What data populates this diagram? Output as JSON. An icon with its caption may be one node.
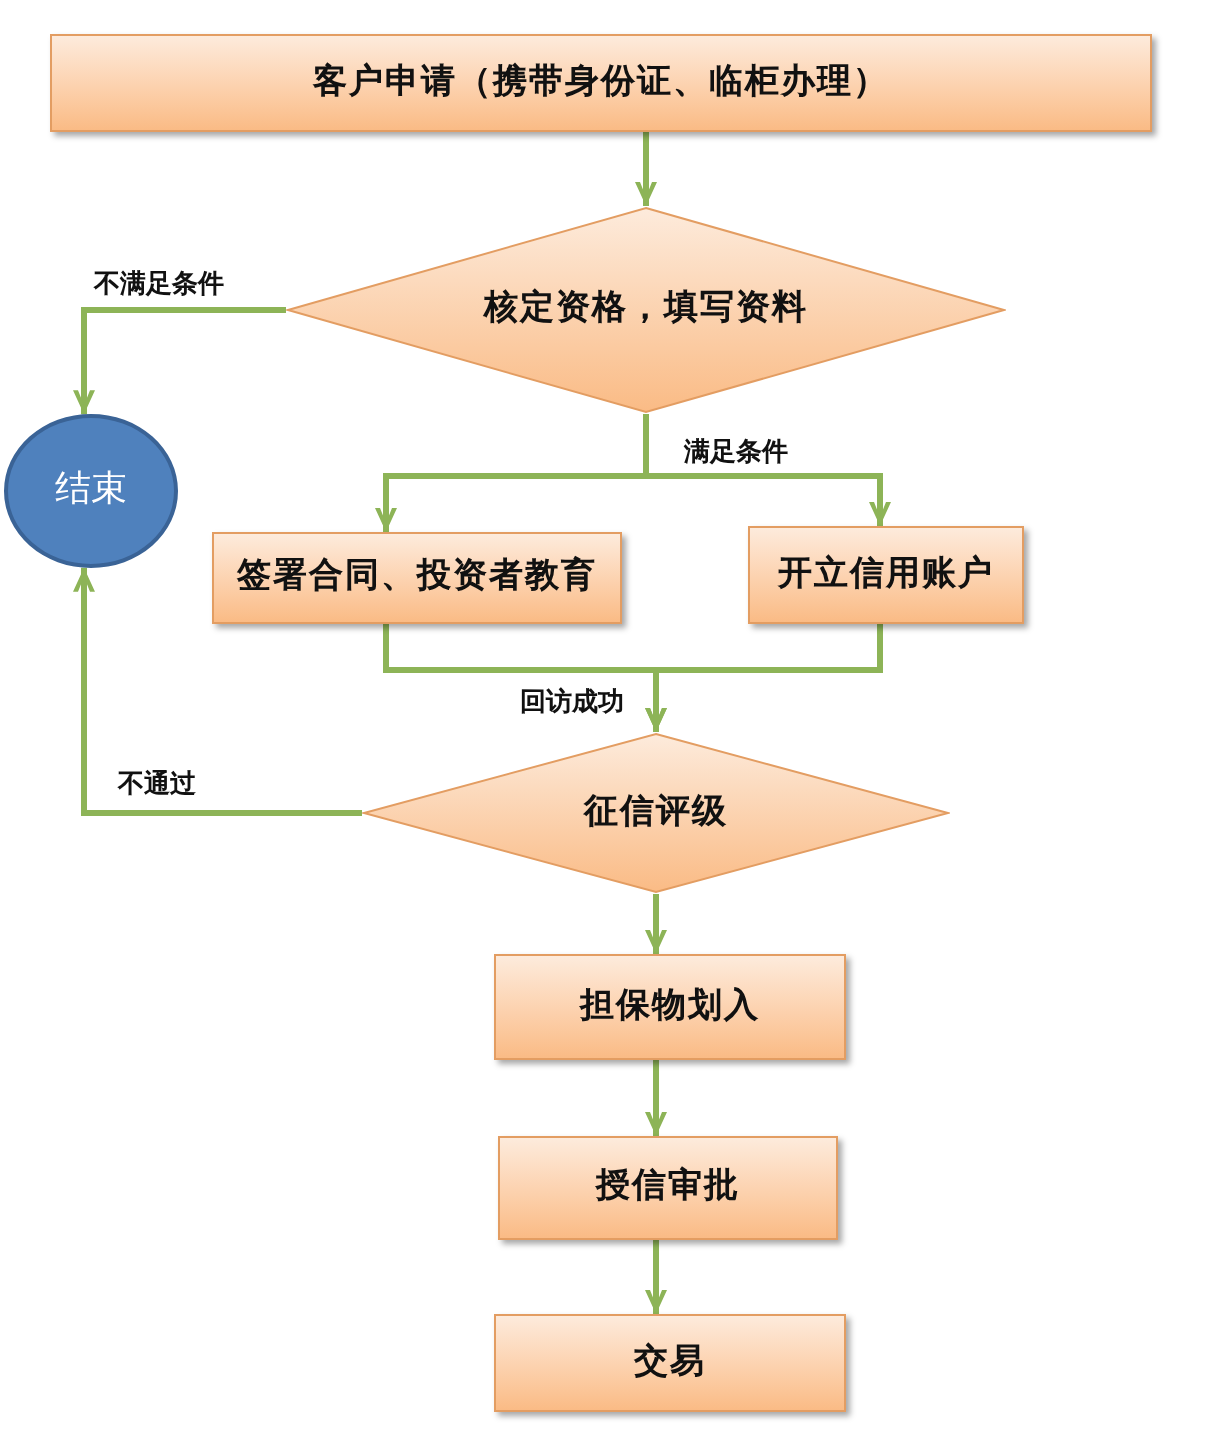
{
  "diagram": {
    "nodes": [
      {
        "text": [
          "客户申请（携带身份证、临柜办理）"
        ]
      },
      {
        "text": [
          "核定资格，填写资料"
        ]
      },
      {
        "text": [
          "结束"
        ]
      },
      {
        "text": [
          "签署合同、投资者教育"
        ]
      },
      {
        "text": [
          "开立信用账户"
        ]
      },
      {
        "text": [
          "征信评级"
        ]
      },
      {
        "text": [
          "担保物划入"
        ]
      },
      {
        "text": [
          "授信审批"
        ]
      },
      {
        "text": [
          "交易"
        ]
      }
    ],
    "edges": [
      {
        "from": 0,
        "to": 1,
        "arrow": "to"
      },
      {
        "from": 1,
        "to": 2,
        "arrow": "to",
        "label": "不满足条件"
      },
      {
        "from": 1,
        "to": 3,
        "arrow": "to"
      },
      {
        "from": 1,
        "to": 4,
        "arrow": "to",
        "label": "满足条件"
      },
      {
        "from": 3,
        "to": 5,
        "arrow": "to",
        "label": "回访成功"
      },
      {
        "from": 4,
        "to": 5,
        "arrow": "to"
      },
      {
        "from": 5,
        "to": 2,
        "arrow": "to",
        "label": "不通过"
      },
      {
        "from": 5,
        "to": 6,
        "arrow": "to"
      },
      {
        "from": 6,
        "to": 7,
        "arrow": "to"
      },
      {
        "from": 7,
        "to": 8,
        "arrow": "to"
      }
    ]
  }
}
